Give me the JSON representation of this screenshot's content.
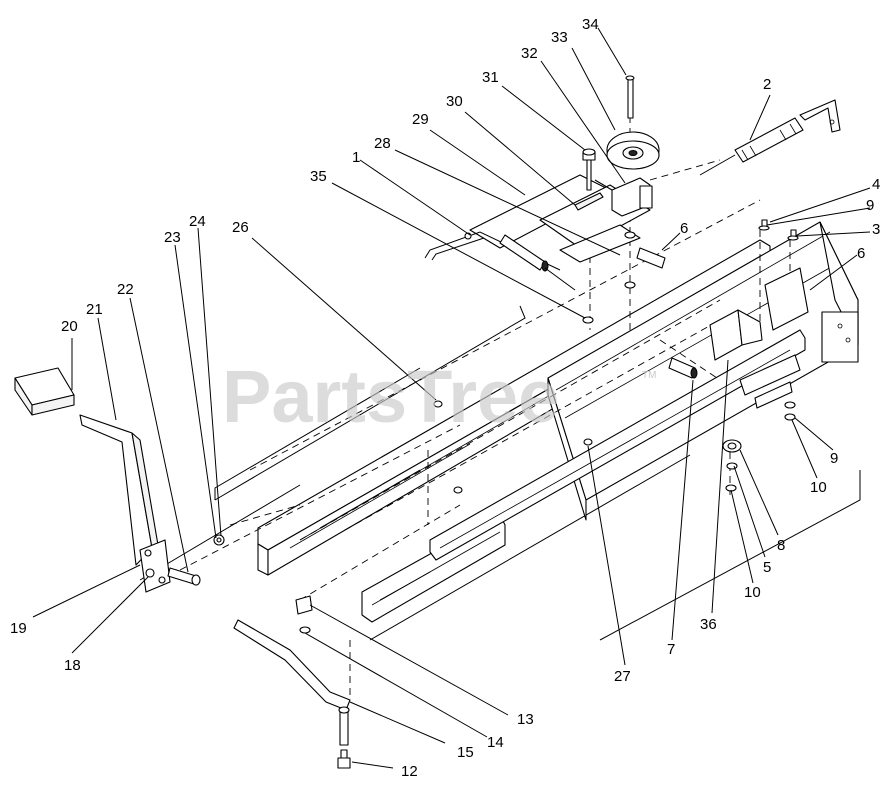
{
  "watermark": {
    "text": "PartsTree",
    "tm": "TM"
  },
  "callouts": [
    {
      "id": "c34",
      "label": "34"
    },
    {
      "id": "c33",
      "label": "33"
    },
    {
      "id": "c32",
      "label": "32"
    },
    {
      "id": "c31",
      "label": "31"
    },
    {
      "id": "c30",
      "label": "30"
    },
    {
      "id": "c29",
      "label": "29"
    },
    {
      "id": "c28",
      "label": "28"
    },
    {
      "id": "c1",
      "label": "1"
    },
    {
      "id": "c35",
      "label": "35"
    },
    {
      "id": "c2",
      "label": "2"
    },
    {
      "id": "c4",
      "label": "4"
    },
    {
      "id": "c9a",
      "label": "9"
    },
    {
      "id": "c3",
      "label": "3"
    },
    {
      "id": "c6a",
      "label": "6"
    },
    {
      "id": "c6b",
      "label": "6"
    },
    {
      "id": "c26",
      "label": "26"
    },
    {
      "id": "c24",
      "label": "24"
    },
    {
      "id": "c23",
      "label": "23"
    },
    {
      "id": "c22",
      "label": "22"
    },
    {
      "id": "c21",
      "label": "21"
    },
    {
      "id": "c20",
      "label": "20"
    },
    {
      "id": "c9b",
      "label": "9"
    },
    {
      "id": "c10a",
      "label": "10"
    },
    {
      "id": "c8",
      "label": "8"
    },
    {
      "id": "c5",
      "label": "5"
    },
    {
      "id": "c10b",
      "label": "10"
    },
    {
      "id": "c36",
      "label": "36"
    },
    {
      "id": "c7",
      "label": "7"
    },
    {
      "id": "c27",
      "label": "27"
    },
    {
      "id": "c19",
      "label": "19"
    },
    {
      "id": "c18",
      "label": "18"
    },
    {
      "id": "c13",
      "label": "13"
    },
    {
      "id": "c14",
      "label": "14"
    },
    {
      "id": "c15",
      "label": "15"
    },
    {
      "id": "c12",
      "label": "12"
    }
  ]
}
